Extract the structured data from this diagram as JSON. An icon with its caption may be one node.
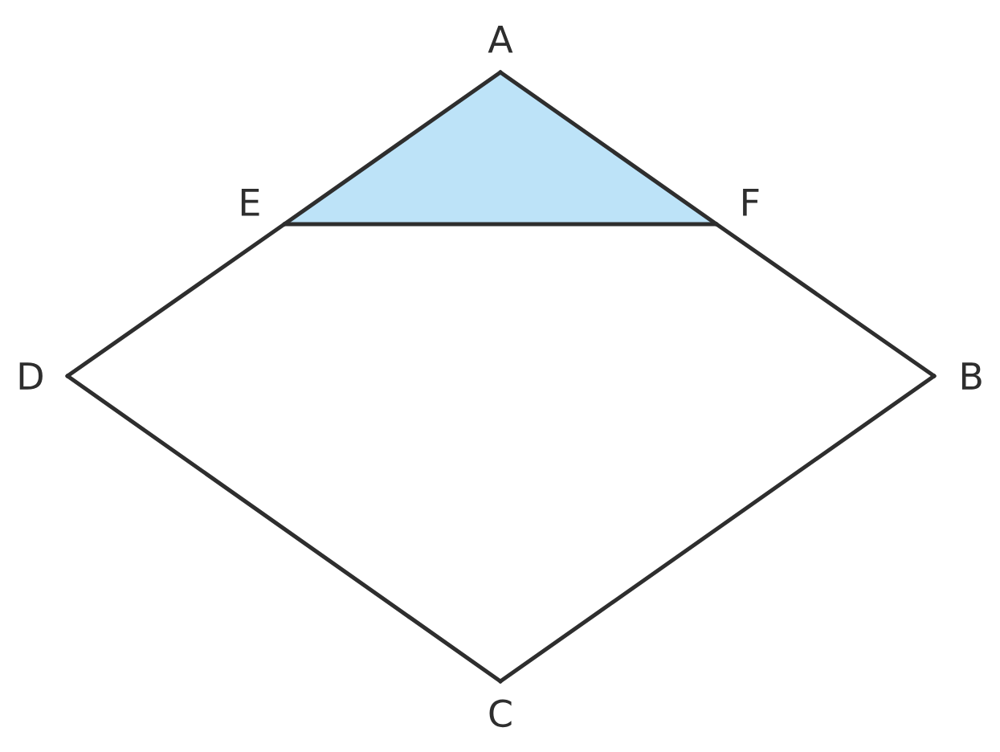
{
  "diagram": {
    "nodes": [
      {
        "text": [
          "A"
        ]
      },
      {
        "text": [
          "B"
        ]
      },
      {
        "text": [
          "C"
        ]
      },
      {
        "text": [
          "D"
        ]
      },
      {
        "text": [
          "E"
        ]
      },
      {
        "text": [
          "F"
        ]
      }
    ],
    "edges": [
      {
        "from": 0,
        "to": 4,
        "arrow": "none"
      },
      {
        "from": 4,
        "to": 3,
        "arrow": "none"
      },
      {
        "from": 3,
        "to": 2,
        "arrow": "none"
      },
      {
        "from": 2,
        "to": 1,
        "arrow": "none"
      },
      {
        "from": 1,
        "to": 5,
        "arrow": "none"
      },
      {
        "from": 5,
        "to": 0,
        "arrow": "none"
      },
      {
        "from": 4,
        "to": 5,
        "arrow": "none"
      }
    ]
  }
}
